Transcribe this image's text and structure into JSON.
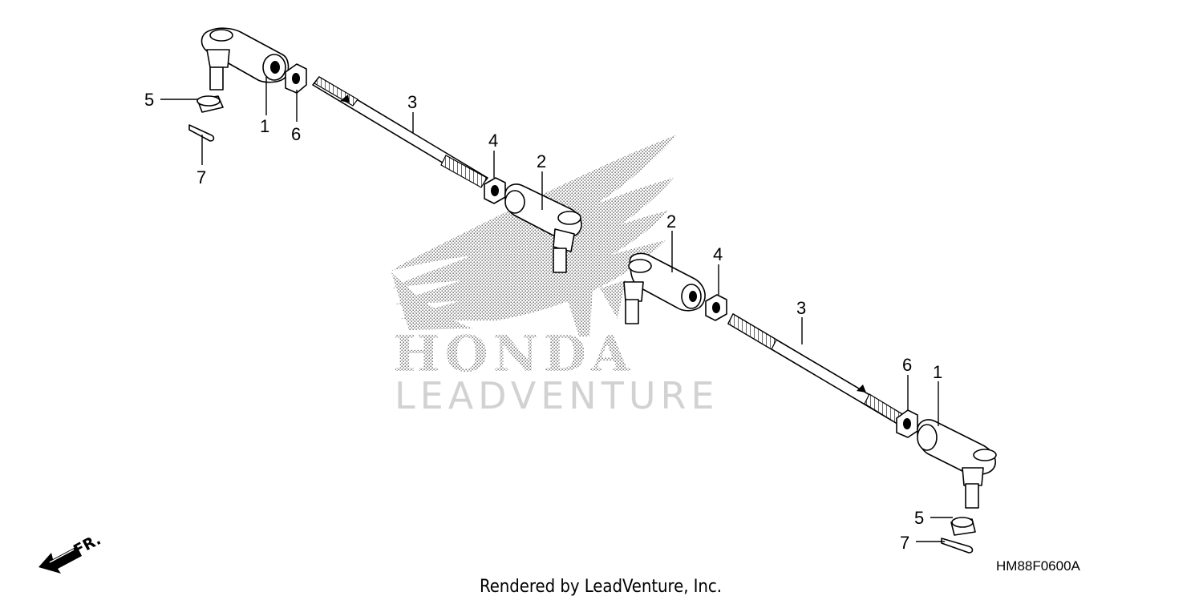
{
  "diagram": {
    "callouts": [
      {
        "id": "c1a",
        "label": "1"
      },
      {
        "id": "c5a",
        "label": "5"
      },
      {
        "id": "c6a",
        "label": "6"
      },
      {
        "id": "c7a",
        "label": "7"
      },
      {
        "id": "c3a",
        "label": "3"
      },
      {
        "id": "c4a",
        "label": "4"
      },
      {
        "id": "c2a",
        "label": "2"
      },
      {
        "id": "c2b",
        "label": "2"
      },
      {
        "id": "c4b",
        "label": "4"
      },
      {
        "id": "c3b",
        "label": "3"
      },
      {
        "id": "c6b",
        "label": "6"
      },
      {
        "id": "c1b",
        "label": "1"
      },
      {
        "id": "c5b",
        "label": "5"
      },
      {
        "id": "c7b",
        "label": "7"
      }
    ],
    "direction_label": "FR.",
    "diagram_code": "HM88F0600A",
    "footer": "Rendered by LeadVenture, Inc.",
    "watermark": {
      "brand": "HONDA",
      "sub": "LEADVENTURE"
    }
  }
}
